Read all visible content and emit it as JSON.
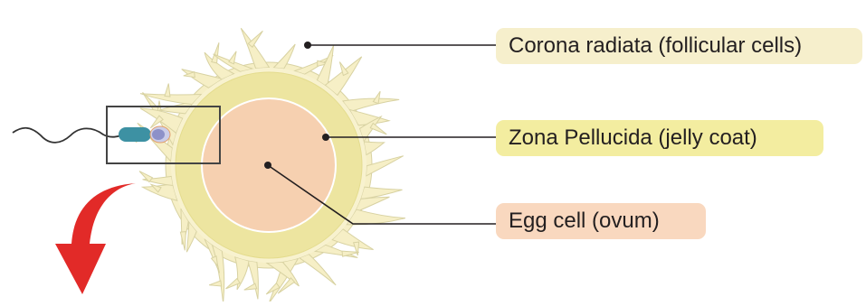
{
  "colors": {
    "corona_label_bg": "#f6efcc",
    "zona_label_bg": "#f3eda0",
    "egg_label_bg": "#f9d8bf",
    "corona_cells": "#f6efc6",
    "corona_outline": "#d8d2a2",
    "zona_pellucida": "#ede5a0",
    "ovum": "#f6d0b0",
    "sperm_head": "#3d91a3",
    "arrow": "#e22a28",
    "leader_lines": "#231f20"
  },
  "labels": {
    "corona": "Corona radiata (follicular cells)",
    "zona": "Zona Pellucida (jelly coat)",
    "egg": "Egg cell (ovum)"
  },
  "icons": {
    "arrow": "red-curved-arrow",
    "sperm": "sperm-cell",
    "zoom_box": "zoom-rectangle"
  }
}
